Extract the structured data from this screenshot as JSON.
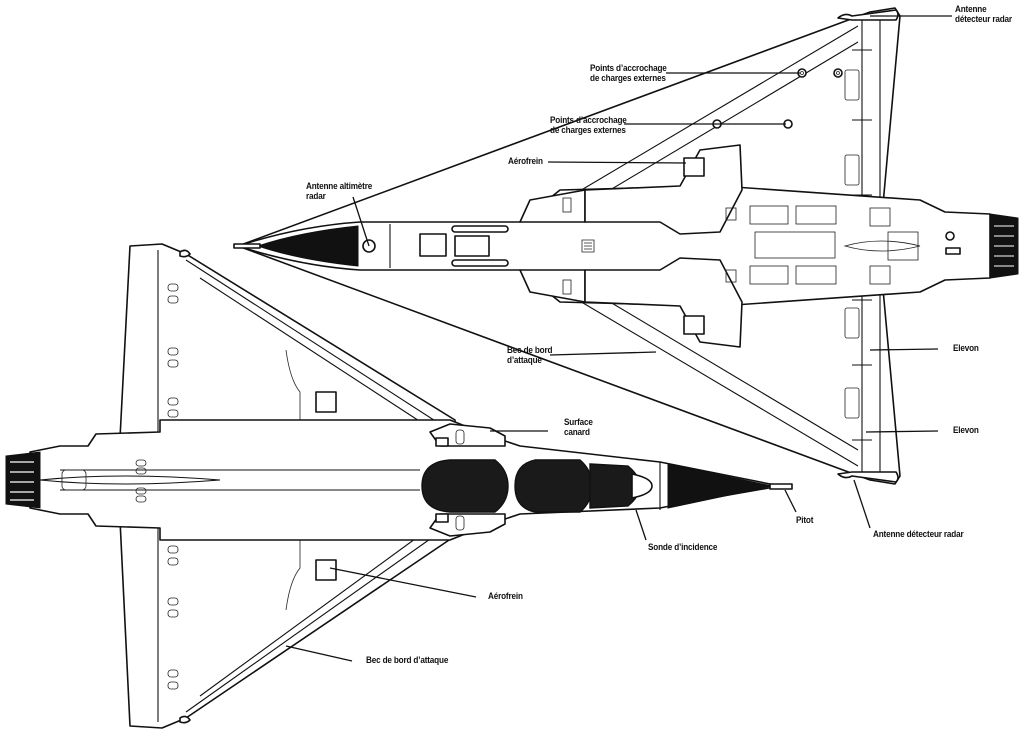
{
  "diagram": {
    "subject": "Delta-wing fighter aircraft, upper and lower plan views",
    "views": [
      {
        "id": "underside",
        "description": "Lower surface plan view, nose pointing left"
      },
      {
        "id": "topside",
        "description": "Upper surface plan view, nose pointing right"
      }
    ],
    "labels": {
      "antenne_detecteur_radar_top": [
        "Antenne",
        "détecteur radar"
      ],
      "points_accrochage_1": [
        "Points d’accrochage",
        "de charges externes"
      ],
      "points_accrochage_2": [
        "Points d’accrochage",
        "de charges externes"
      ],
      "aerofrein_top": [
        "Aérofrein"
      ],
      "antenne_altimetre_radar": [
        "Antenne altimètre",
        "radar"
      ],
      "bec_bord_attaque_short": [
        "Bec de bord",
        "d’attaque"
      ],
      "elevon_1": [
        "Elevon"
      ],
      "elevon_2": [
        "Elevon"
      ],
      "surface_canard": [
        "Surface",
        "canard"
      ],
      "pitot": [
        "Pitot"
      ],
      "sonde_incidence": [
        "Sonde d’incidence"
      ],
      "antenne_detecteur_radar_bottom": [
        "Antenne détecteur radar"
      ],
      "aerofrein_bottom": [
        "Aérofrein"
      ],
      "bec_bord_attaque_long": [
        "Bec de bord d’attaque"
      ]
    },
    "colors": {
      "ink": "#111111",
      "paper": "#ffffff"
    }
  }
}
